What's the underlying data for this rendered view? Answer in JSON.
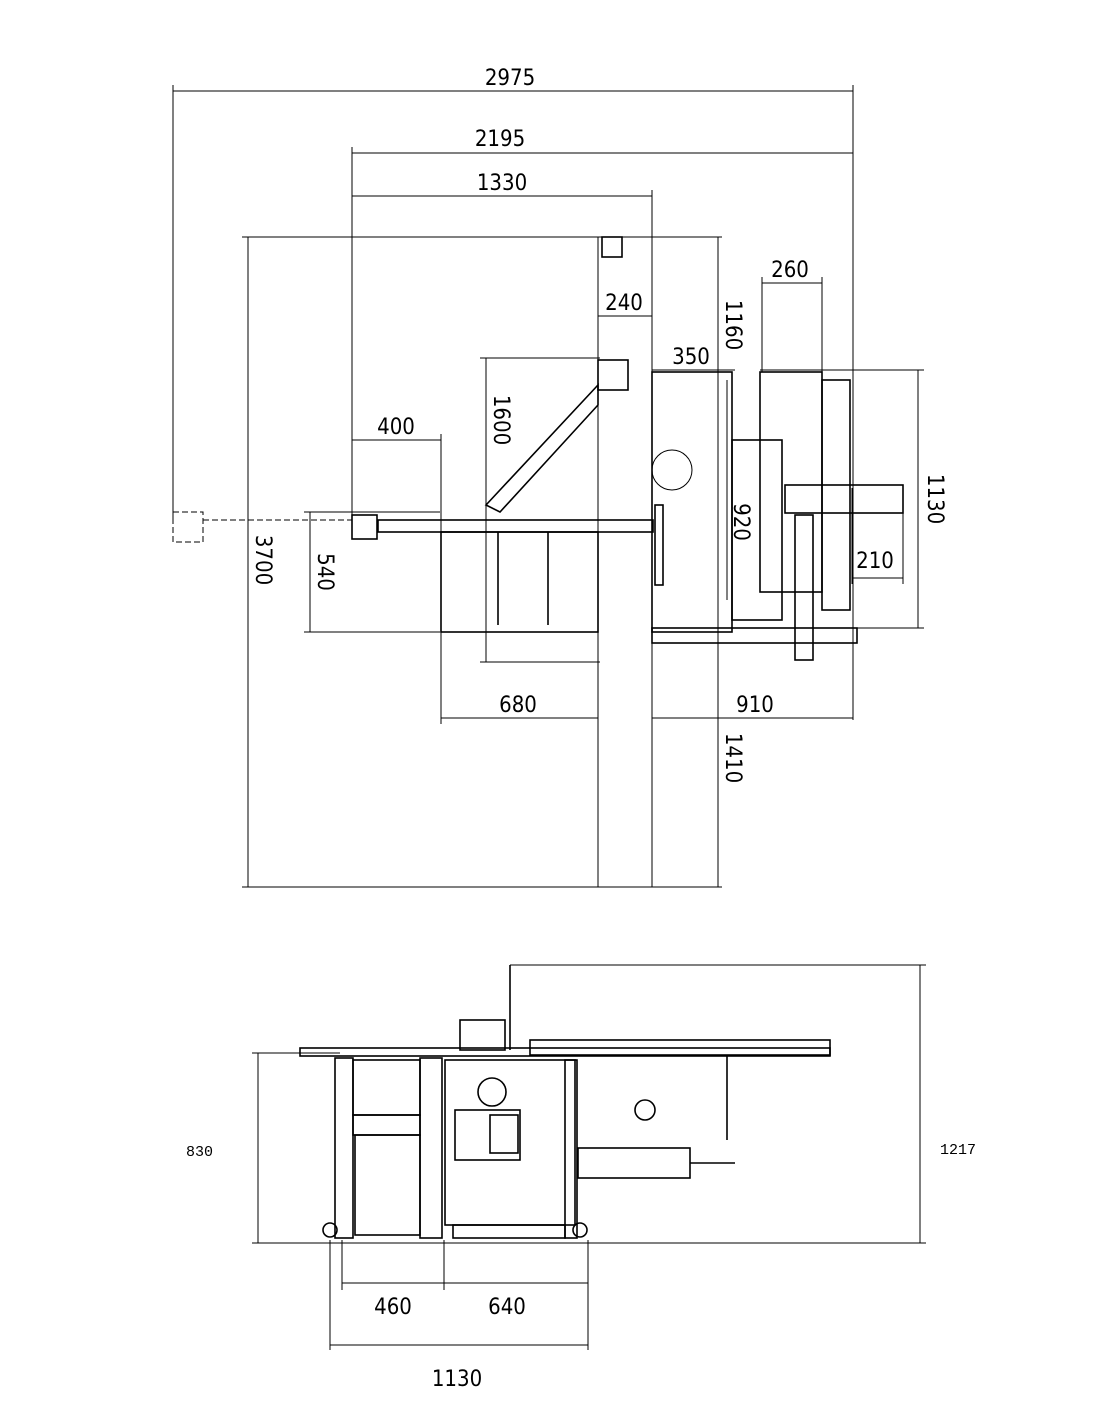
{
  "top_view": {
    "dimensions": {
      "overall_length": "2975",
      "length_2195": "2195",
      "length_1330": "1330",
      "width_240": "240",
      "width_260": "260",
      "height_1160": "1160",
      "width_350": "350",
      "height_1600": "1600",
      "width_400": "400",
      "height_1130": "1130",
      "height_920": "920",
      "width_210": "210",
      "overall_depth": "3700",
      "height_540": "540",
      "width_680": "680",
      "width_910": "910",
      "height_1410": "1410"
    }
  },
  "front_view": {
    "dimensions": {
      "table_height": "830",
      "overall_height": "1217",
      "width_460": "460",
      "width_640": "640",
      "base_width": "1130"
    }
  }
}
